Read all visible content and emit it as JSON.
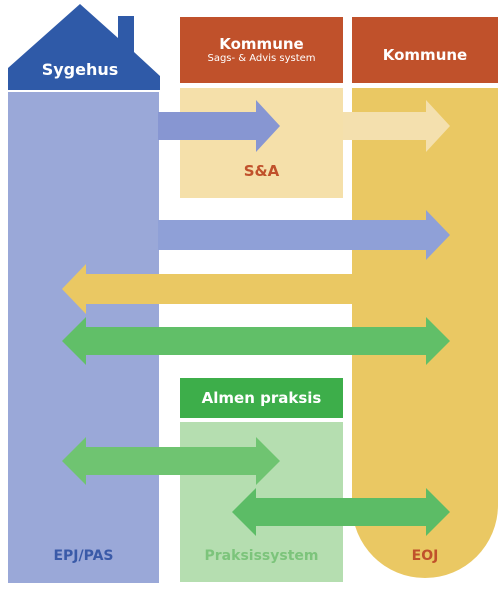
{
  "sygehus": {
    "title": "Sygehus",
    "system": "EPJ/PAS"
  },
  "kommune_sa": {
    "title": "Kommune",
    "subtitle": "Sags- & Advis system",
    "system": "S&A"
  },
  "kommune": {
    "title": "Kommune",
    "system": "EOJ"
  },
  "almen": {
    "title": "Almen praksis",
    "system": "Praksissystem"
  },
  "colors": {
    "sygehus_blue": "#9aa8d8",
    "sygehus_dark": "#2f5aa8",
    "kommune_red": "#c0512b",
    "sa_light": "#f5e0aa",
    "eoj_yellow": "#eac863",
    "almen_green": "#3dae4a",
    "praksis_light": "#b5deb0",
    "arrow_green": "#67c06a"
  }
}
